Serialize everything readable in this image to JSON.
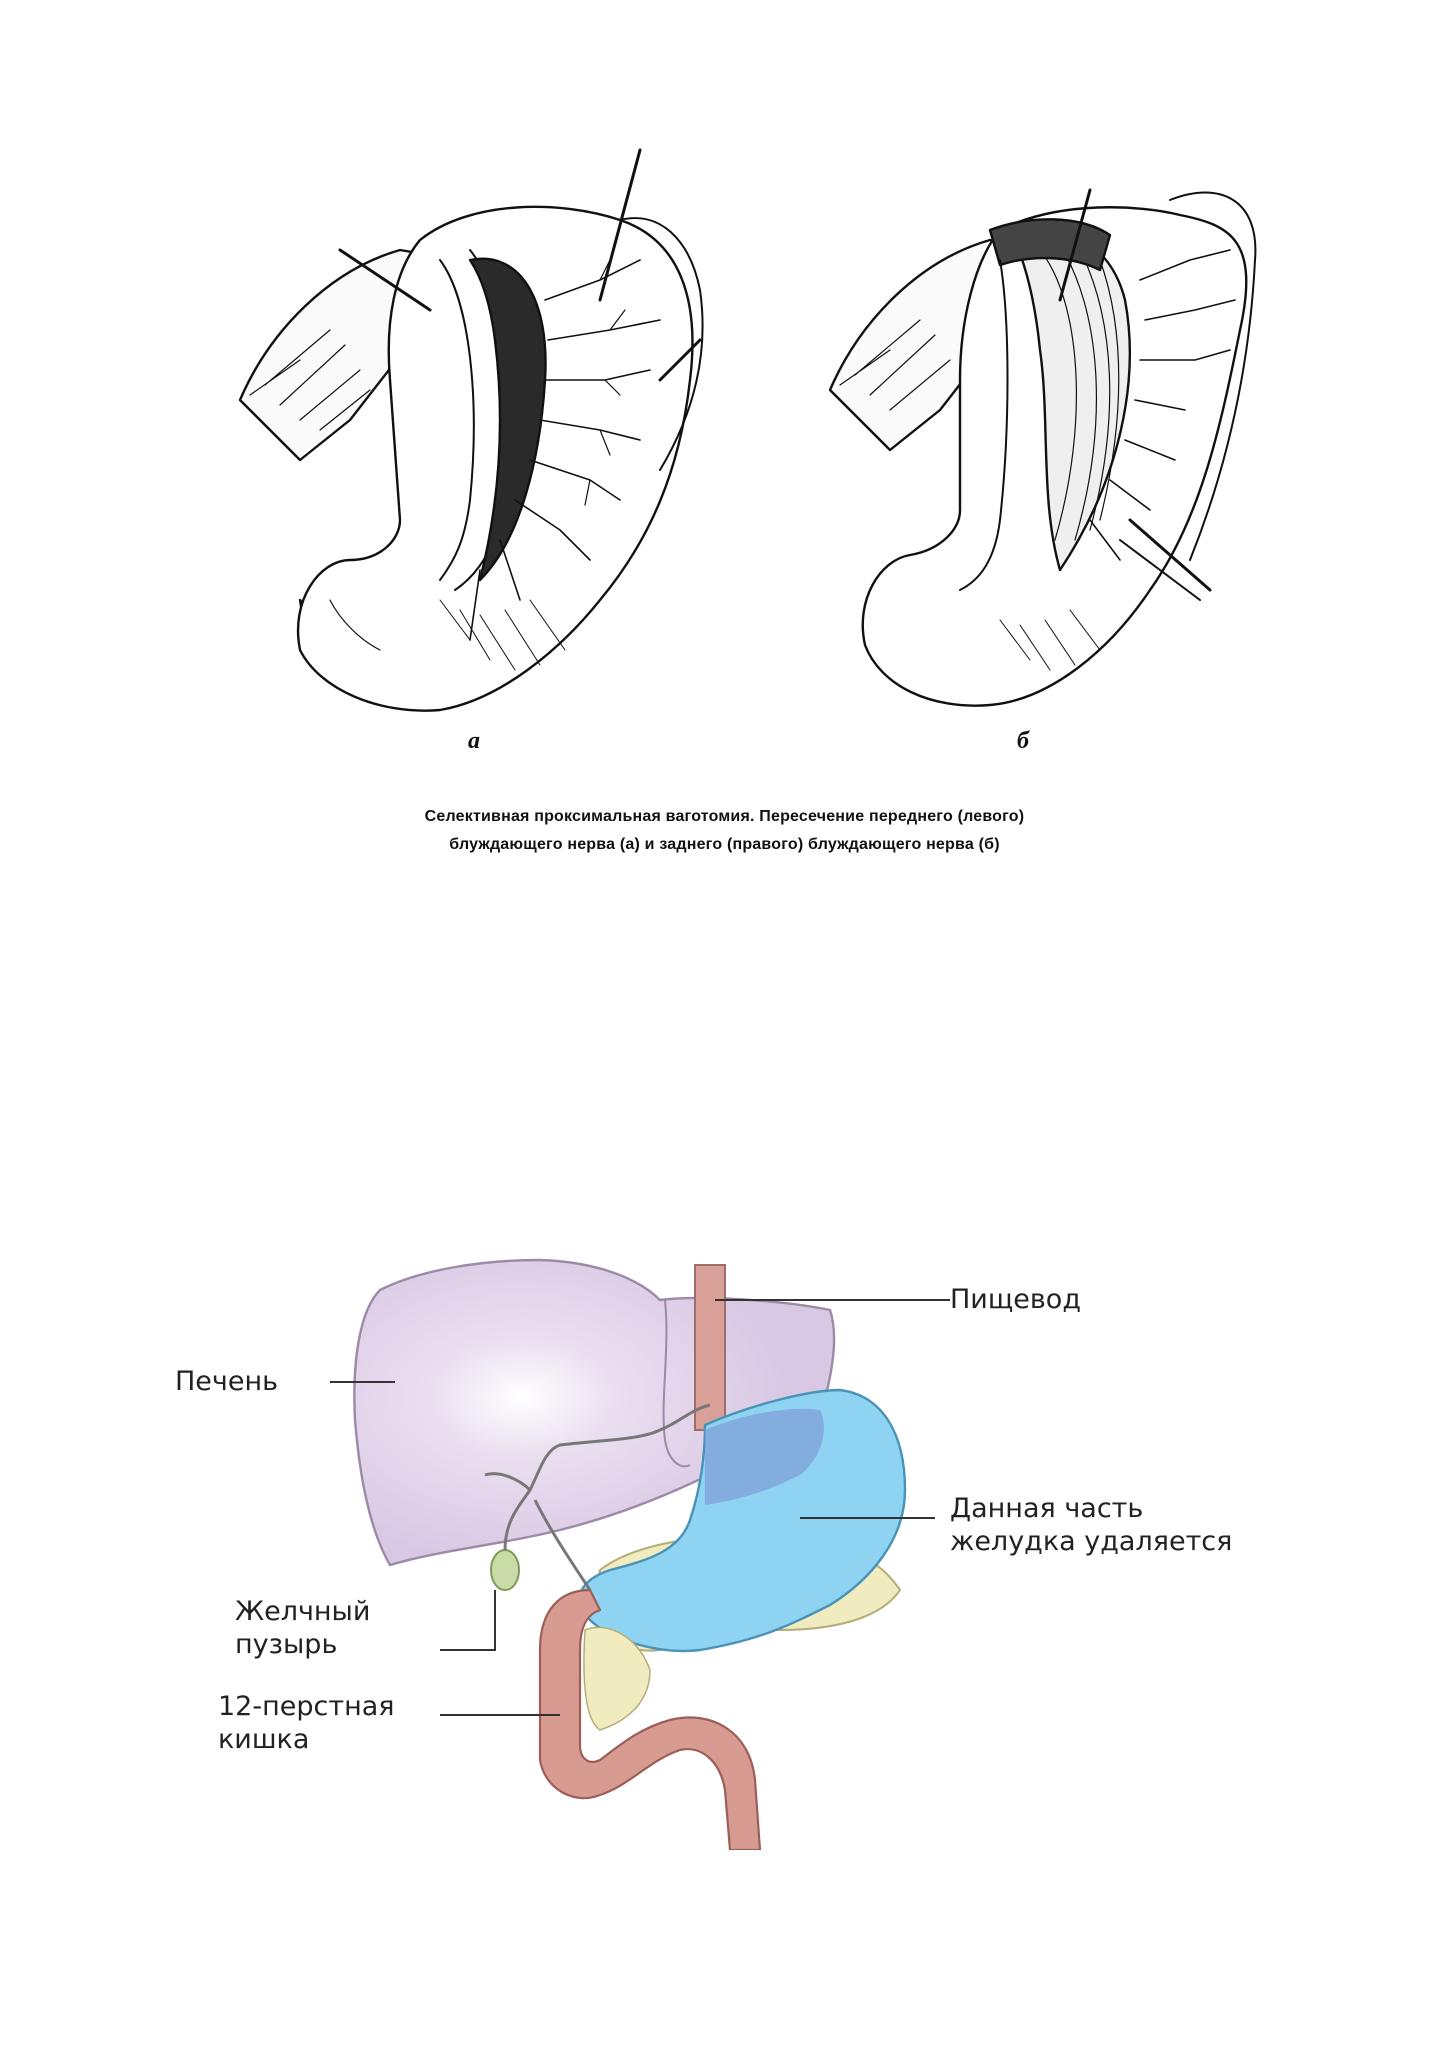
{
  "top_figure": {
    "panel_a_letter": "а",
    "panel_b_letter": "б",
    "caption_line1": "Селективная проксимальная ваготомия. Пересечение переднего (левого)",
    "caption_line2": "блуждающего нерва (а) и заднего (правого) блуждающего нерва (б)"
  },
  "bottom_figure": {
    "labels": {
      "esophagus": "Пищевод",
      "liver": "Печень",
      "removed_part_line1": "Данная часть",
      "removed_part_line2": "желудка удаляется",
      "gallbladder_line1": "Желчный",
      "gallbladder_line2": "пузырь",
      "duodenum_line1": "12-перстная",
      "duodenum_line2": "кишка"
    },
    "colors": {
      "liver": "#d9c8e4",
      "stomach_removed": "#8fd3f2",
      "esophagus": "#d9a09a",
      "duodenum": "#d89b92",
      "pancreas": "#f1ecbf",
      "gallbladder": "#c9dca8"
    }
  }
}
